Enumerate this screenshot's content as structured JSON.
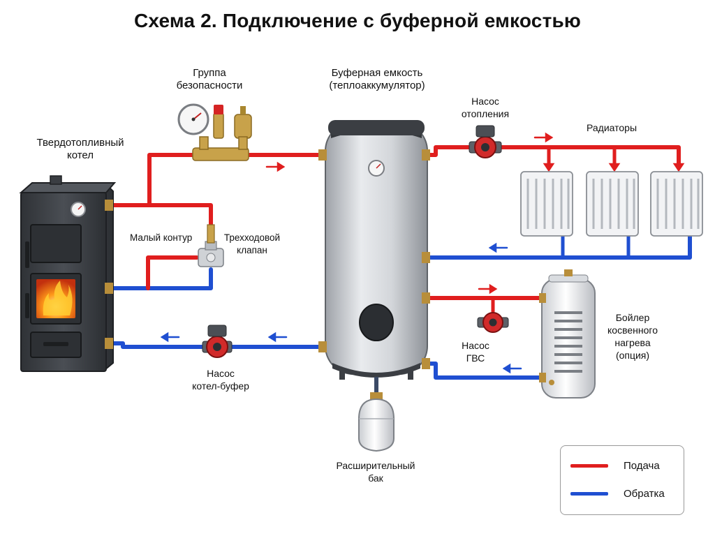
{
  "title": "Схема 2. Подключение с буферной емкостью",
  "labels": {
    "boiler": [
      "Твердотопливный",
      "котел"
    ],
    "safety_group": [
      "Группа",
      "безопасности"
    ],
    "buffer_tank": [
      "Буферная емкость",
      "(теплоаккумулятор)"
    ],
    "heating_pump": [
      "Насос",
      "отопления"
    ],
    "radiators": [
      "Радиаторы"
    ],
    "small_loop": [
      "Малый контур"
    ],
    "three_way_valve": [
      "Трехходовой",
      "клапан"
    ],
    "boiler_pump": [
      "Насос",
      "котел-буфер"
    ],
    "expansion_tank": [
      "Расширительный",
      "бак"
    ],
    "dhw_pump": [
      "Насос",
      "ГВС"
    ],
    "indirect_boiler": [
      "Бойлер",
      "косвенного",
      "нагрева",
      "(опция)"
    ]
  },
  "legend": {
    "supply": "Подача",
    "return": "Обратка"
  },
  "colors": {
    "supply": "#e01e1e",
    "return": "#1f4fd1",
    "boiler_body": "#3a3d42",
    "tank_body": "#c9cbcf",
    "brass": "#c8a24a"
  }
}
